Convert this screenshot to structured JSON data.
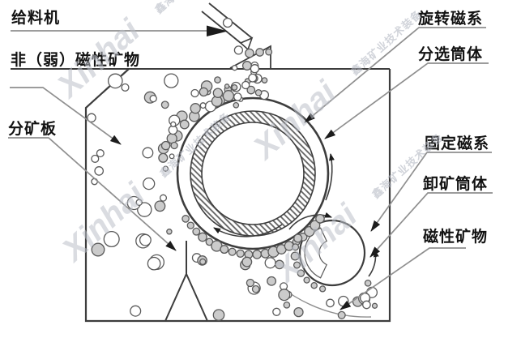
{
  "diagram": {
    "title_hint": "drum-magnetic-separator-schematic",
    "labels": {
      "feeder": "给料机",
      "non_magnetic": "非（弱）磁性矿物",
      "divider": "分矿板",
      "rotating_magnetic": "旋转磁系",
      "separating_cylinder": "分选筒体",
      "fixed_magnetic": "固定磁系",
      "discharge_cylinder": "卸矿筒体",
      "magnetic": "磁性矿物"
    },
    "watermark": {
      "brand": "Xinhai",
      "company": "鑫海矿业技术装备"
    },
    "colors": {
      "line": "#3d3d3d",
      "line2": "#5a5a5a",
      "leader": "#8f8f8f",
      "arrow": "#1c1c1c",
      "particle_fill": "#cbcbcb",
      "hatch": "#616161",
      "text": "#121212",
      "watermark_big": "#bcc0c9",
      "watermark_small": "#b4b8c3",
      "background": "#ffffff"
    }
  }
}
